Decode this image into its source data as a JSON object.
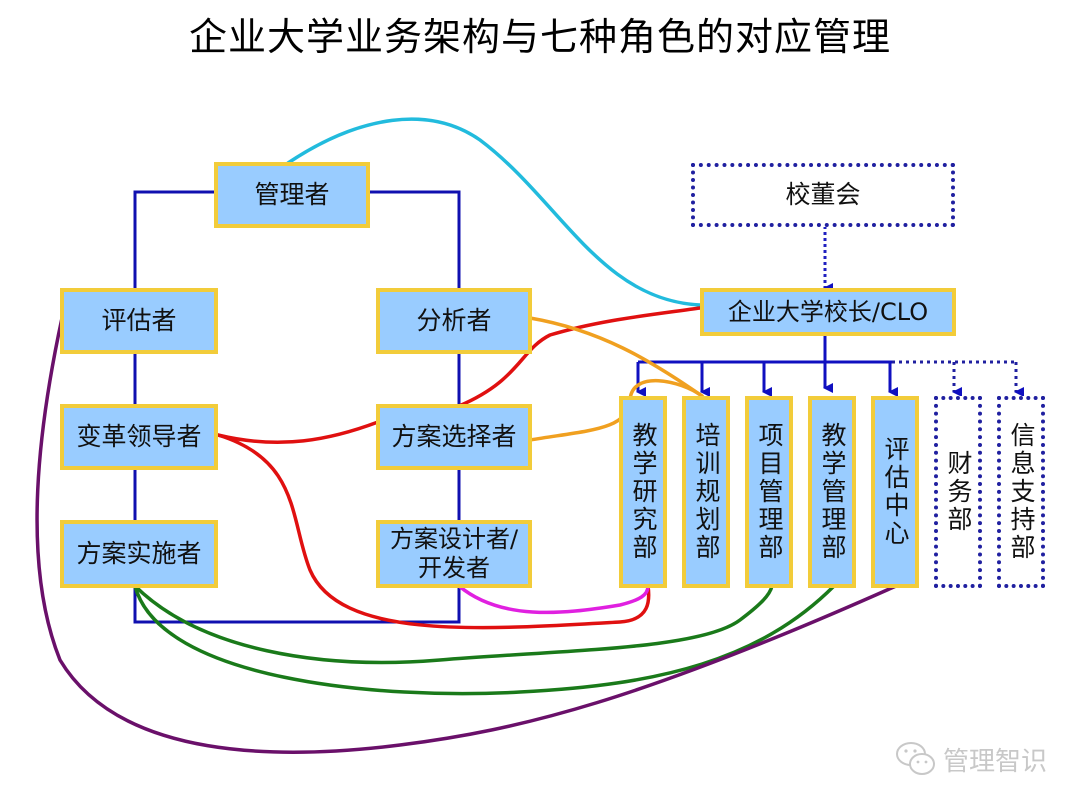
{
  "title": "企业大学业务架构与七种角色的对应管理",
  "roles": {
    "manager": "管理者",
    "evaluator": "评估者",
    "analyst": "分析者",
    "change_leader": "变革领导者",
    "solution_selector": "方案选择者",
    "implementer": "方案实施者",
    "designer": "方案设计者/\n开发者"
  },
  "org": {
    "board": "校董会",
    "president": "企业大学校长/CLO",
    "departments": [
      {
        "label": "教学研究部",
        "style": "solid"
      },
      {
        "label": "培训规划部",
        "style": "solid"
      },
      {
        "label": "项目管理部",
        "style": "solid"
      },
      {
        "label": "教学管理部",
        "style": "solid"
      },
      {
        "label": "评估中心",
        "style": "solid"
      },
      {
        "label": "财务部",
        "style": "dotted"
      },
      {
        "label": "信息支持部",
        "style": "dotted"
      }
    ]
  },
  "connections": [
    {
      "from": "管理者",
      "to": "企业大学校长/CLO",
      "color": "#22bbdd"
    },
    {
      "from": "方案选择者",
      "to": "企业大学校长/CLO",
      "color": "#e01010"
    },
    {
      "from": "变革领导者",
      "to": "方案选择者",
      "color": "#e01010"
    },
    {
      "from": "变革领导者",
      "to": "教学研究部",
      "color": "#e01010"
    },
    {
      "from": "分析者",
      "to": "培训规划部",
      "color": "#f0a020"
    },
    {
      "from": "方案选择者",
      "to": "教学研究部",
      "color": "#f0a020"
    },
    {
      "from": "方案设计者/开发者",
      "to": "教学研究部",
      "color": "#e020e0"
    },
    {
      "from": "方案实施者",
      "to": "项目管理部",
      "color": "#1a7a1a"
    },
    {
      "from": "方案实施者",
      "to": "教学管理部",
      "color": "#1a7a1a"
    },
    {
      "from": "评估者",
      "to": "评估中心",
      "color": "#6a106a"
    }
  ],
  "colors": {
    "box_fill": "#99ccff",
    "box_border": "#f2cc3a",
    "frame_line": "#1010b0",
    "dotted_line": "#2020a0"
  },
  "watermark": "管理智识"
}
